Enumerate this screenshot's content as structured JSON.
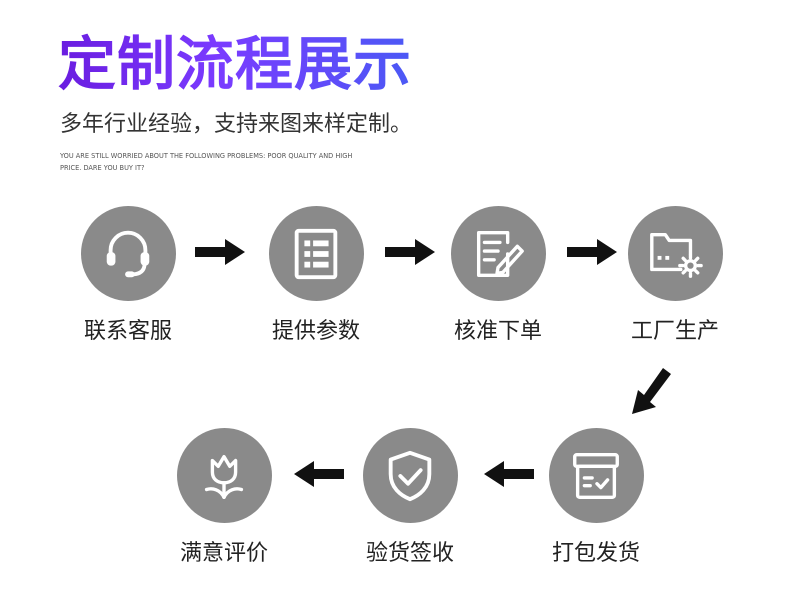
{
  "header": {
    "title": "定制流程展示",
    "subtitle": "多年行业经验，支持来图来样定制。",
    "english_note": "YOU ARE STILL WORRIED ABOUT THE FOLLOWING PROBLEMS: POOR QUALITY AND HIGH PRICE. DARE YOU BUY IT?"
  },
  "steps": [
    {
      "label": "联系客服",
      "icon": "headset-icon"
    },
    {
      "label": "提供参数",
      "icon": "spreadsheet-icon"
    },
    {
      "label": "核准下单",
      "icon": "document-pen-icon"
    },
    {
      "label": "工厂生产",
      "icon": "folder-gear-icon"
    },
    {
      "label": "打包发货",
      "icon": "package-box-icon"
    },
    {
      "label": "验货签收",
      "icon": "shield-check-icon"
    },
    {
      "label": "满意评价",
      "icon": "tulip-icon"
    }
  ],
  "colors": {
    "circle": "#8a8a8a",
    "arrow": "#111111",
    "title_gradient_start": "#6a1de0",
    "title_gradient_end": "#4b59f5"
  }
}
